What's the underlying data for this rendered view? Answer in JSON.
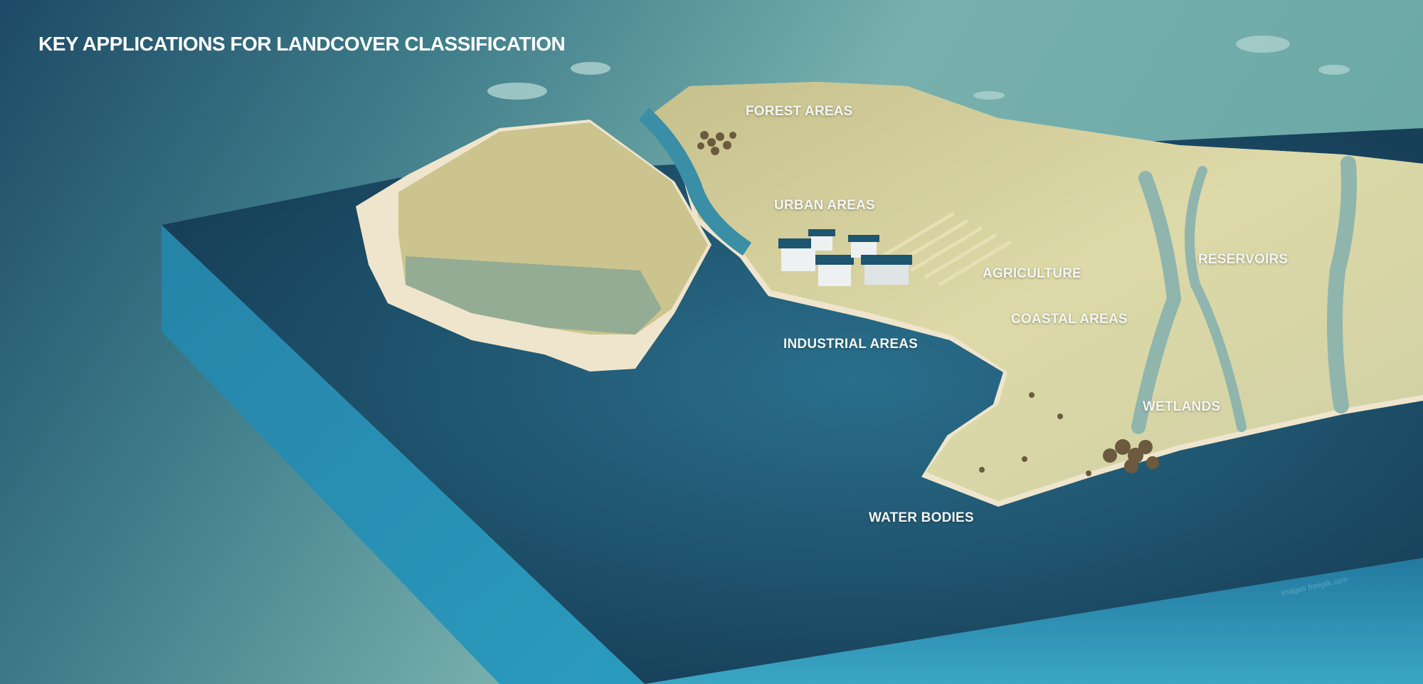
{
  "title": "KEY APPLICATIONS FOR LANDCOVER CLASSIFICATION",
  "labels": {
    "forest": "FOREST AREAS",
    "urban": "URBAN AREAS",
    "agriculture": "AGRICULTURE",
    "reservoirs": "RESERVOIRS",
    "coastal": "COASTAL AREAS",
    "industrial": "INDUSTRIAL AREAS",
    "wetlands": "WETLANDS",
    "water": "WATER BODIES"
  },
  "watermark": "images freepik.com",
  "colors": {
    "sky": "#78b3b0",
    "water": "#1d5874",
    "land": "#d9d6a4",
    "beach": "#f0e6cf",
    "front": "#2a8fb0"
  }
}
